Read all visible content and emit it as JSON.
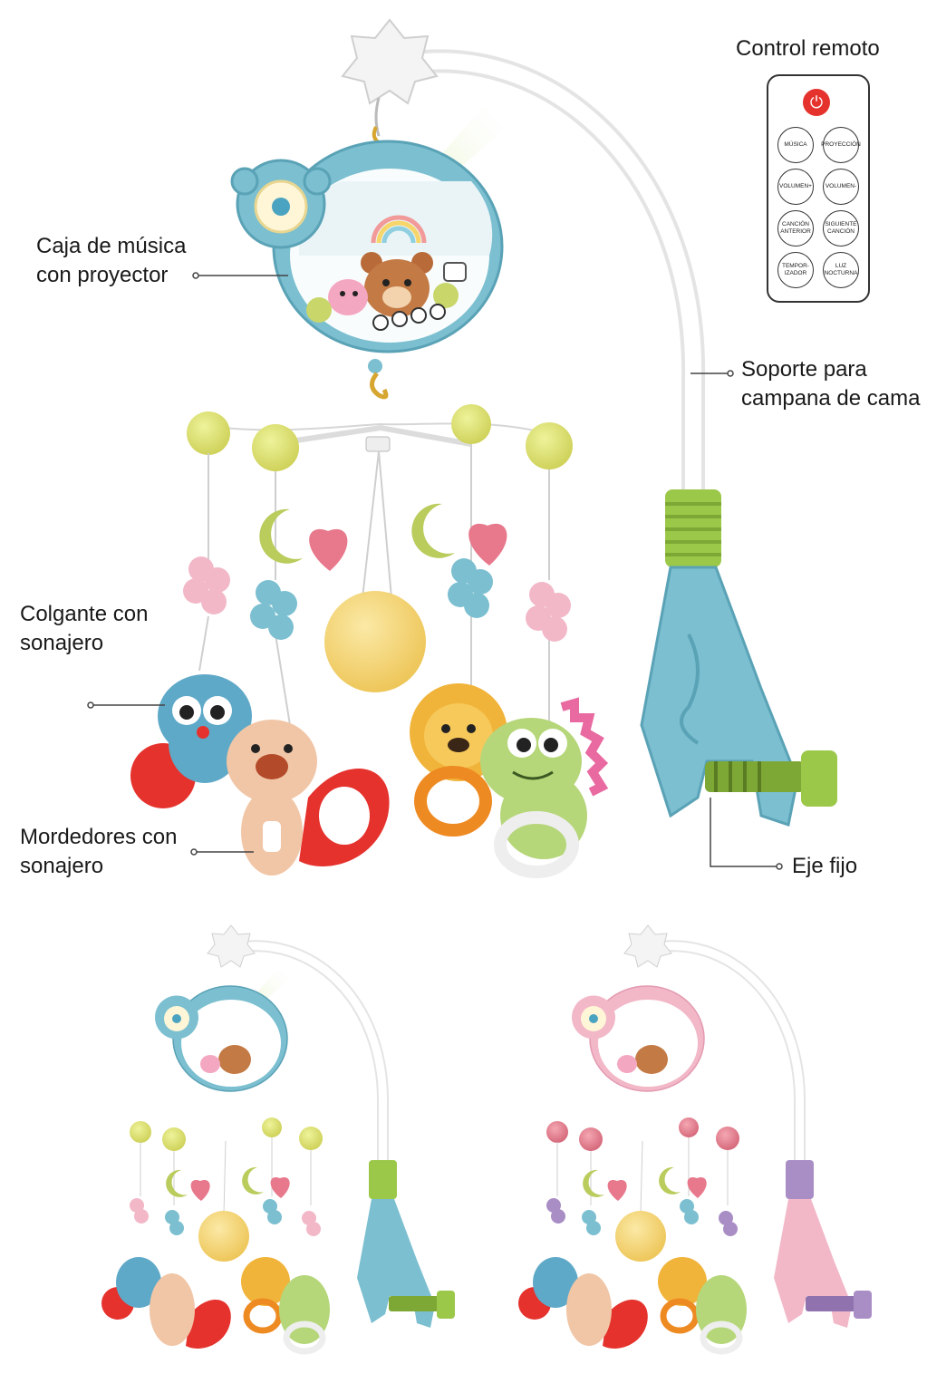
{
  "labels": {
    "music_box": [
      "Caja de música",
      "con proyector"
    ],
    "holder": [
      "Soporte para",
      "campana de cama"
    ],
    "rattle_pendant": [
      "Colgante con",
      "sonajero"
    ],
    "teethers": [
      "Mordedores con",
      "sonajero"
    ],
    "fixed_axis": "Eje fijo"
  },
  "remote": {
    "title": "Control remoto",
    "power_icon": "power-icon",
    "buttons": [
      [
        "MÚSICA",
        "PROYECCIÓN"
      ],
      [
        "VOLUMEN+",
        "VOLUMEN-"
      ],
      [
        "CANCIÓN ANTERIOR",
        "SIGUIENTE CANCIÓN"
      ],
      [
        "TEMPOR-IZADOR",
        "LUZ NOCTURNA"
      ]
    ]
  },
  "colors": {
    "blue": "#7bbfd0",
    "pink": "#f2b8c8",
    "green": "#98c45a",
    "purple": "#a98ec6",
    "yellow_ball": "#f2d673",
    "heart": "#e8788c",
    "moon": "#b9cc5c"
  }
}
